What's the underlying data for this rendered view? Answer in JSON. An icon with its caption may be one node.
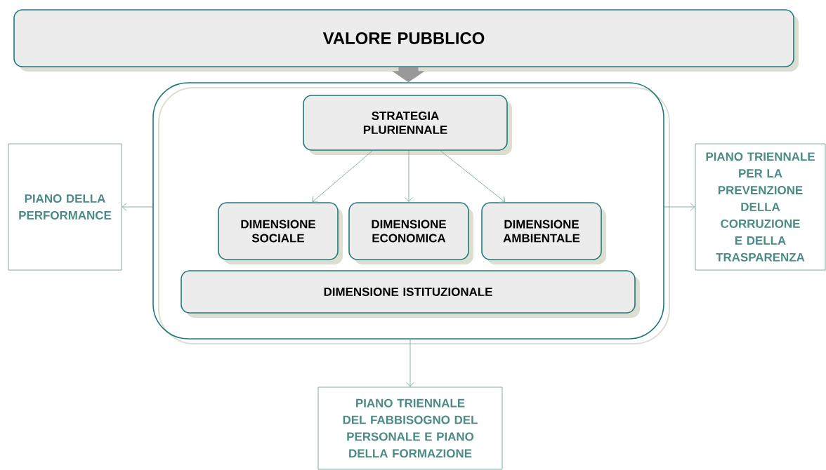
{
  "diagram": {
    "nodes": [
      {
        "text": [
          "VALORE PUBBLICO"
        ]
      },
      {
        "text": [],
        "shape": "box"
      },
      {
        "text": [
          "STRATEGIA PLURIENNALE"
        ],
        "in": 1
      },
      {
        "text": [
          "DIMENSIONE SOCIALE"
        ],
        "in": 1
      },
      {
        "text": [
          "DIMENSIONE ECONOMICA"
        ],
        "in": 1
      },
      {
        "text": [
          "DIMENSIONE AMBIENTALE"
        ],
        "in": 1
      },
      {
        "text": [
          "DIMENSIONE ISTITUZIONALE"
        ],
        "in": 1
      },
      {
        "text": [
          "PIANO DELLA PERFORMANCE"
        ]
      },
      {
        "text": [
          "PIANO TRIENNALE PER LA PREVENZIONE DELLA CORRUZIONE E DELLA TRASPARENZA"
        ]
      },
      {
        "text": [
          "PIANO TRIENNALE DEL FABBISOGNO DEL PERSONALE E PIANO DELLA FORMAZIONE"
        ]
      }
    ],
    "edges": [
      {
        "from": 0,
        "to": 1,
        "arrow": "to",
        "style": "thick",
        "color": "#999999"
      },
      {
        "from": 2,
        "to": 3,
        "arrow": "to"
      },
      {
        "from": 2,
        "to": 4,
        "arrow": "to"
      },
      {
        "from": 2,
        "to": 5,
        "arrow": "to"
      },
      {
        "from": 1,
        "to": 7,
        "arrow": "to"
      },
      {
        "from": 1,
        "to": 8,
        "arrow": "to"
      },
      {
        "from": 1,
        "to": 9,
        "arrow": "to"
      }
    ]
  }
}
